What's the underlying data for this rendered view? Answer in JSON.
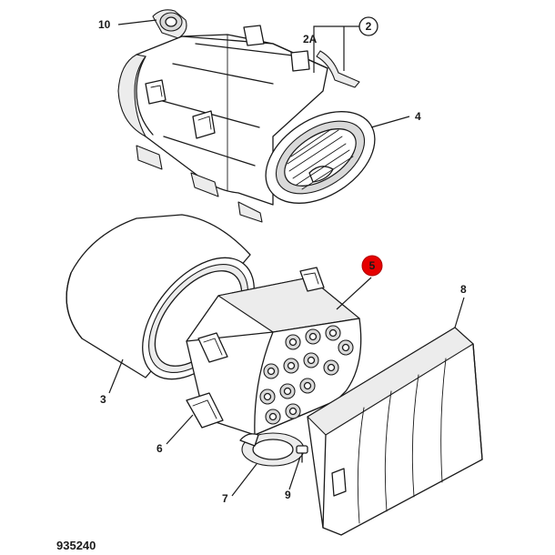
{
  "callouts": {
    "c10": "10",
    "c2": "2",
    "c2a": "2A",
    "c4": "4",
    "c5": "5",
    "c8": "8",
    "c3": "3",
    "c6": "6",
    "c7": "7",
    "c9": "9"
  },
  "figure_number": "935240",
  "colors": {
    "highlight_callout": "#e60000",
    "line": "#1a1a1a",
    "shade": "#d9d9d9"
  }
}
